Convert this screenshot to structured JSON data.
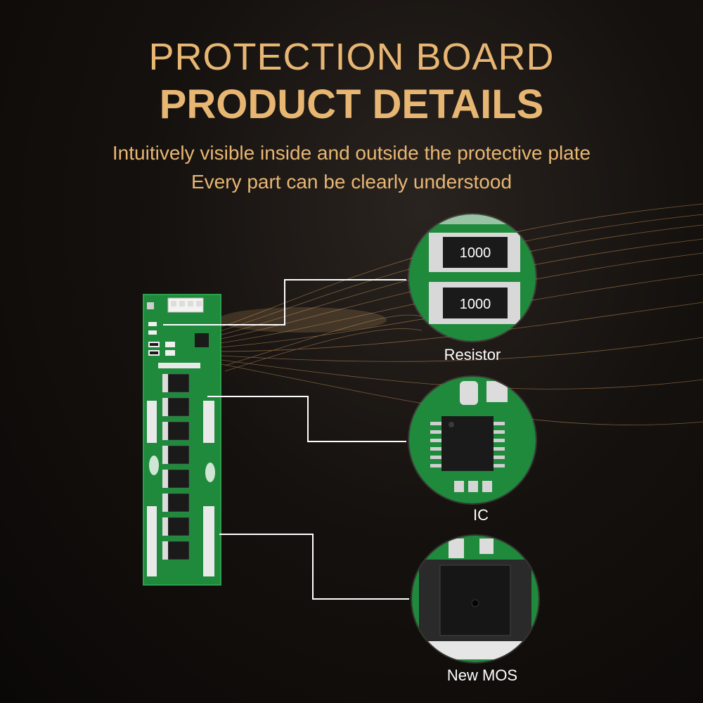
{
  "header": {
    "title_line1": "PROTECTION BOARD",
    "title_line2": "PRODUCT DETAILS",
    "subtitle_line1": "Intuitively visible inside and outside the protective plate",
    "subtitle_line2": "Every part can be clearly understood"
  },
  "details": [
    {
      "caption": "Resistor",
      "chip_label_1": "1000",
      "chip_label_2": "1000"
    },
    {
      "caption": "IC"
    },
    {
      "caption": "New MOS"
    }
  ],
  "colors": {
    "accent": "#e8b673",
    "board_green": "#1f8a3c",
    "caption": "#ffffff"
  }
}
